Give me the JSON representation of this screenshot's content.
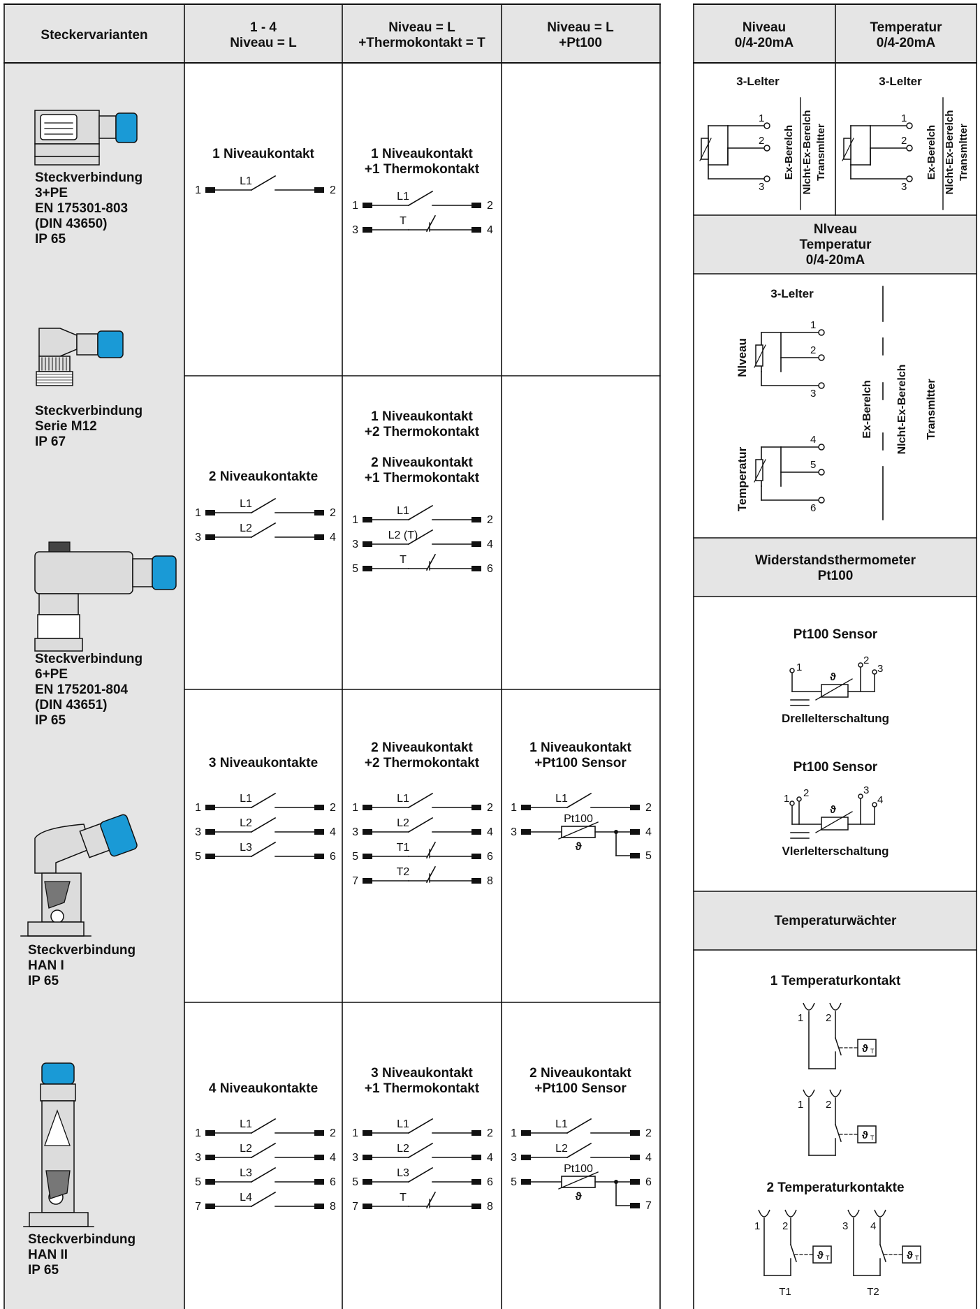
{
  "headers": {
    "col0": [
      "Steckervarianten"
    ],
    "col1": [
      "1 - 4",
      "Niveau = L"
    ],
    "col2": [
      "Niveau = L",
      "+Thermokontakt = T"
    ],
    "col3": [
      "Niveau = L",
      "+Pt100"
    ],
    "col4": [
      "Niveau",
      "0/4-20mA"
    ],
    "col5": [
      "Temperatur",
      "0/4-20mA"
    ]
  },
  "connectors": [
    [
      "Steckverbindung",
      "3+PE",
      "EN 175301-803",
      "(DIN 43650)",
      "IP 65"
    ],
    [
      "Steckverbindung",
      "Serie M12",
      "IP 67"
    ],
    [
      "Steckverbindung",
      "6+PE",
      "EN 175201-804",
      "(DIN 43651)",
      "IP 65"
    ],
    [
      "Steckverbindung",
      "HAN I",
      "IP 65"
    ],
    [
      "Steckverbindung",
      "HAN II",
      "IP 65"
    ]
  ],
  "rows": [
    {
      "c1": {
        "title": [
          "1 Niveaukontakt"
        ],
        "contacts": [
          {
            "l": "1",
            "r": "2",
            "label": "L1",
            "type": "no"
          }
        ]
      },
      "c2": {
        "title": [
          "1 Niveaukontakt",
          "+1 Thermokontakt"
        ],
        "contacts": [
          {
            "l": "1",
            "r": "2",
            "label": "L1",
            "type": "no"
          },
          {
            "l": "3",
            "r": "4",
            "label": "T",
            "type": "nc"
          }
        ]
      }
    },
    {
      "c1": {
        "title": [
          "2 Niveaukontakte"
        ],
        "contacts": [
          {
            "l": "1",
            "r": "2",
            "label": "L1",
            "type": "no"
          },
          {
            "l": "3",
            "r": "4",
            "label": "L2",
            "type": "no"
          }
        ]
      },
      "c2": {
        "title": [
          "1 Niveaukontakt",
          "+2 Thermokontakt",
          "",
          "2 Niveaukontakt",
          "+1 Thermokontakt"
        ],
        "contacts": [
          {
            "l": "1",
            "r": "2",
            "label": "L1",
            "type": "no"
          },
          {
            "l": "3",
            "r": "4",
            "label": "L2 (T)",
            "type": "no"
          },
          {
            "l": "5",
            "r": "6",
            "label": "T",
            "type": "nc"
          }
        ]
      }
    },
    {
      "c1": {
        "title": [
          "3 Niveaukontakte"
        ],
        "contacts": [
          {
            "l": "1",
            "r": "2",
            "label": "L1",
            "type": "no"
          },
          {
            "l": "3",
            "r": "4",
            "label": "L2",
            "type": "no"
          },
          {
            "l": "5",
            "r": "6",
            "label": "L3",
            "type": "no"
          }
        ]
      },
      "c2": {
        "title": [
          "2 Niveaukontakt",
          "+2 Thermokontakt"
        ],
        "contacts": [
          {
            "l": "1",
            "r": "2",
            "label": "L1",
            "type": "no"
          },
          {
            "l": "3",
            "r": "4",
            "label": "L2",
            "type": "no"
          },
          {
            "l": "5",
            "r": "6",
            "label": "T1",
            "type": "nc"
          },
          {
            "l": "7",
            "r": "8",
            "label": "T2",
            "type": "nc"
          }
        ]
      },
      "c3": {
        "title": [
          "1 Niveaukontakt",
          "+Pt100 Sensor"
        ],
        "contacts": [
          {
            "l": "1",
            "r": "2",
            "label": "L1",
            "type": "no"
          }
        ],
        "pt100": {
          "l": "3",
          "r1": "4",
          "r2": "5",
          "label": "Pt100",
          "theta": "ϑ"
        }
      }
    },
    {
      "c1": {
        "title": [
          "4 Niveaukontakte"
        ],
        "contacts": [
          {
            "l": "1",
            "r": "2",
            "label": "L1",
            "type": "no"
          },
          {
            "l": "3",
            "r": "4",
            "label": "L2",
            "type": "no"
          },
          {
            "l": "5",
            "r": "6",
            "label": "L3",
            "type": "no"
          },
          {
            "l": "7",
            "r": "8",
            "label": "L4",
            "type": "no"
          }
        ]
      },
      "c2": {
        "title": [
          "3 Niveaukontakt",
          "+1 Thermokontakt"
        ],
        "contacts": [
          {
            "l": "1",
            "r": "2",
            "label": "L1",
            "type": "no"
          },
          {
            "l": "3",
            "r": "4",
            "label": "L2",
            "type": "no"
          },
          {
            "l": "5",
            "r": "6",
            "label": "L3",
            "type": "no"
          },
          {
            "l": "7",
            "r": "8",
            "label": "T",
            "type": "nc"
          }
        ]
      },
      "c3": {
        "title": [
          "2 Niveaukontakt",
          "+Pt100 Sensor"
        ],
        "contacts": [
          {
            "l": "1",
            "r": "2",
            "label": "L1",
            "type": "no"
          },
          {
            "l": "3",
            "r": "4",
            "label": "L2",
            "type": "no"
          }
        ],
        "pt100": {
          "l": "5",
          "r1": "6",
          "r2": "7",
          "label": "Pt100",
          "theta": "ϑ"
        }
      }
    }
  ],
  "right": {
    "three_wire": "3-Lelter",
    "ex_bereich": "Ex-Berelch",
    "nicht_ex": "Nlcht-Ex-Berelch",
    "transmitter": "Transmltter",
    "terminals_a": [
      "1",
      "2",
      "3"
    ],
    "combo_header": [
      "Nlveau",
      "Temperatur",
      "0/4-20mA"
    ],
    "combo_three_wire": "3-Lelter",
    "combo_niveau": "Nlveau",
    "combo_temperatur": "Temperatur",
    "combo_terminals": [
      "1",
      "2",
      "3",
      "4",
      "5",
      "6"
    ],
    "combo_ex": "Ex-Berelch",
    "combo_nicht_ex": "Nlcht-Ex-Berelch",
    "combo_transmitter": "Transmltter",
    "pt100_header": [
      "Widerstandsthermometer",
      "Pt100"
    ],
    "pt100_sensor_1": "Pt100 Sensor",
    "pt100_sensor_2": "Pt100 Sensor",
    "drei": "Drellelterschaltung",
    "vier": "Vlerlelterschaltung",
    "terminals_drei": [
      "1",
      "2",
      "3"
    ],
    "terminals_vier": [
      "1",
      "2",
      "3",
      "4"
    ],
    "theta": "ϑ",
    "theta_t": "ϑ",
    "t_sub": "T",
    "tw_header": "Temperaturwächter",
    "tw_one": "1 Temperaturkontakt",
    "tw_two": "2 Temperaturkontakte",
    "tw_terminals_one": [
      "1",
      "2"
    ],
    "tw_terminals_two": [
      "1",
      "2",
      "3",
      "4"
    ],
    "tw_labels": [
      "T1",
      "T2"
    ]
  },
  "colors": {
    "line": "#111111",
    "gray": "#e5e5e5",
    "connector_blue": "#1a9ad6",
    "connector_body": "#dcdcdc"
  }
}
